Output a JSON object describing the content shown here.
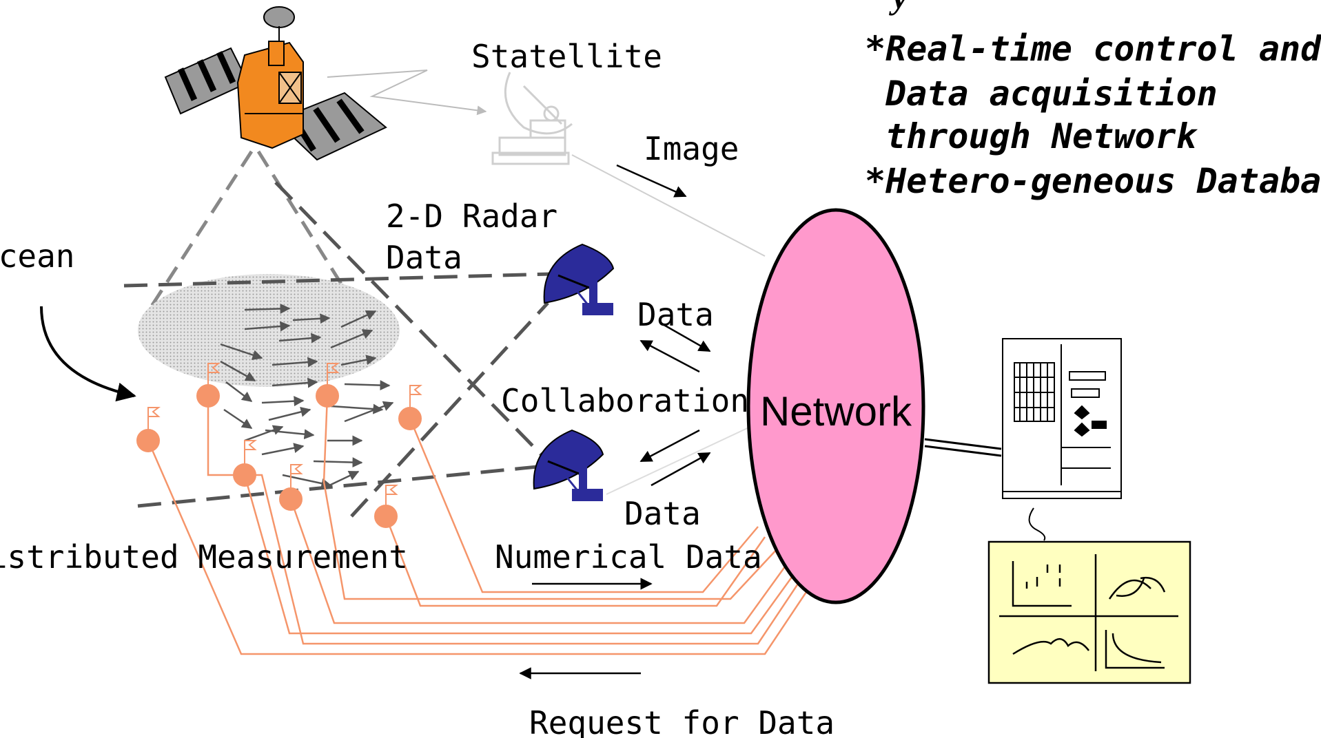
{
  "title_partial": "y",
  "labels": {
    "satellite": "Statellite",
    "image": "Image",
    "radar": [
      "2-D Radar",
      "Data"
    ],
    "ocean": "Ocean",
    "data_top": "Data",
    "collaboration": "Collaboration",
    "data_bottom": "Data",
    "numerical": "Numerical Data",
    "distributed": "Distributed Measurement",
    "request": "Request for Data",
    "network": "Network"
  },
  "features": [
    "*Real-time control and",
    " Data acquisition",
    " through Network",
    "*Hetero-geneous Database"
  ],
  "colors": {
    "network_fill": "#ff99cc",
    "buoy": "#f5956a",
    "buoy_line": "#f5956a",
    "satellite_body": "#f2891f",
    "antenna": "#2b2b9a",
    "monitor_bg": "#ffffc0",
    "ocean_area": "#d9d9d9"
  }
}
